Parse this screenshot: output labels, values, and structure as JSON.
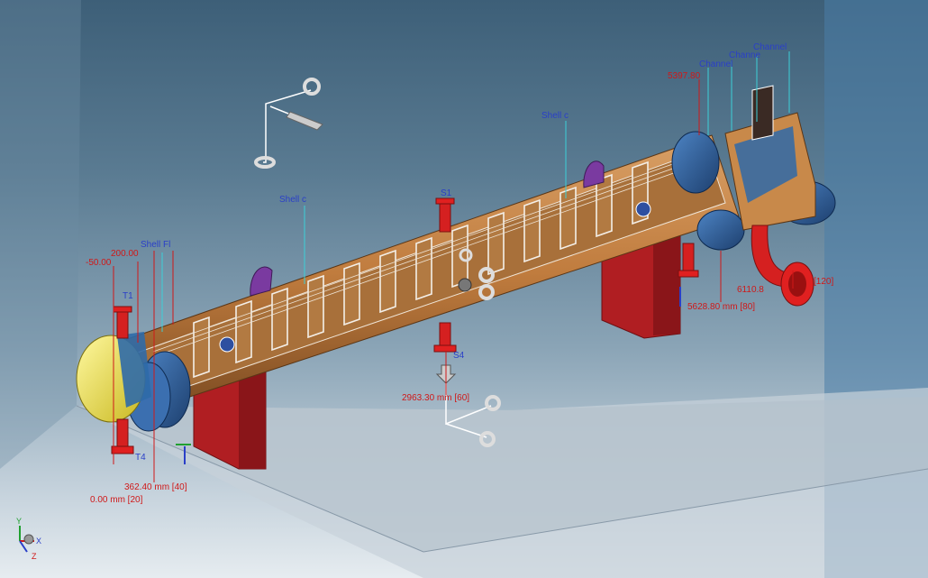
{
  "labels": {
    "top_left": [
      "-50.00",
      "200.00"
    ],
    "shell_fl": "Shell Fl",
    "shell_c_left": "Shell c",
    "shell_c_right": "Shell c",
    "top_right_value": "5397.80",
    "channel_1": "Channel",
    "channel_2": "Channe",
    "channel_3": "Channel",
    "nozzle_t1": "T1",
    "nozzle_t4": "T4",
    "nozzle_s1": "S1",
    "nozzle_s4": "S4",
    "dim_0": "0.00 mm  [20]",
    "dim_362": "362.40 mm  [40]",
    "dim_2963": "2963.30 mm  [60]",
    "dim_5628": "5628.80 mm  [80]",
    "dim_6110": "6110.8",
    "dim_120": "[120]"
  },
  "triad": {
    "x": "X",
    "y": "Y",
    "z": "Z"
  },
  "colors": {
    "shell": "#c8894a",
    "shell_dark": "#8e5a2a",
    "flange": "#2e5f9e",
    "support": "#b01e22",
    "nozzle_red": "#e02020",
    "head": "#f2e640",
    "purple": "#7a3aa0",
    "dim_text": "#d01818",
    "tag_text": "#2a3fc8"
  }
}
